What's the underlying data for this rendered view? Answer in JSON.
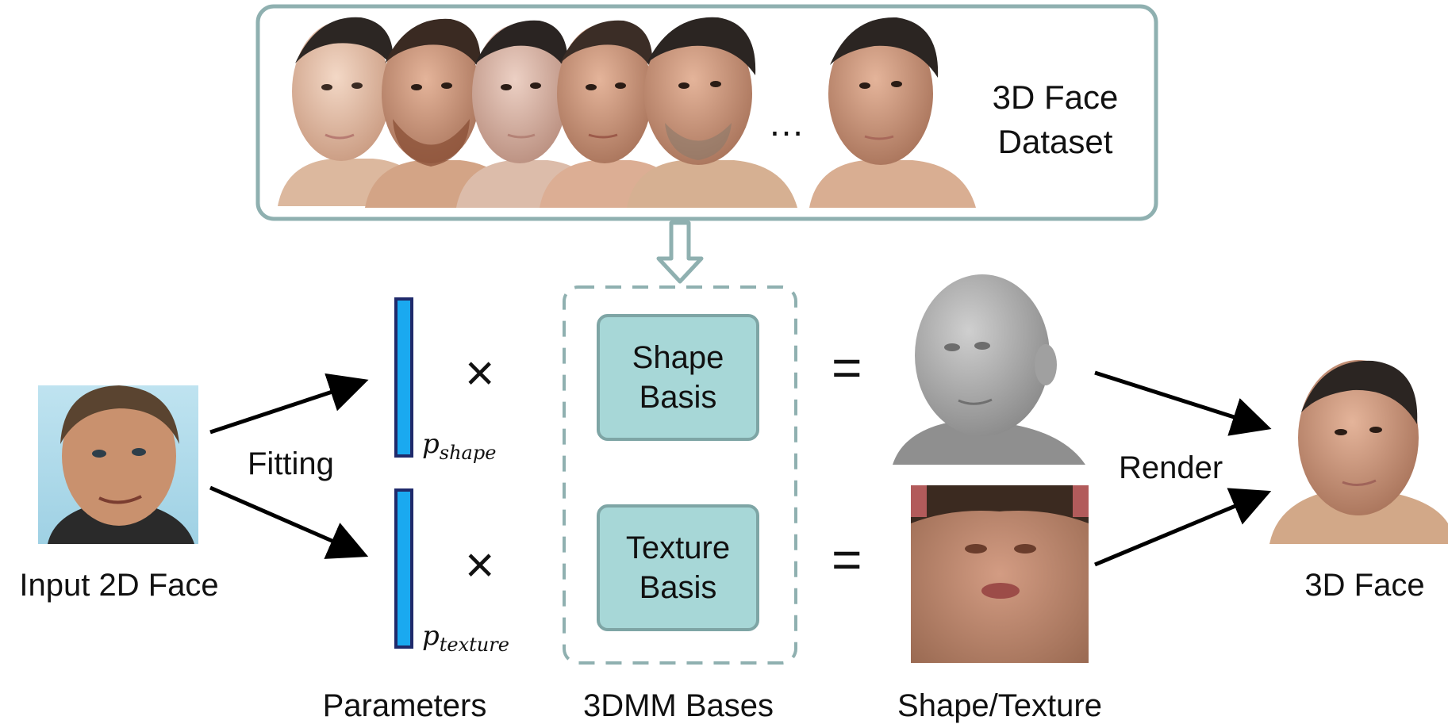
{
  "dataset": {
    "title_line1": "3D Face",
    "title_line2": "Dataset",
    "ellipsis": "…"
  },
  "labels": {
    "fitting": "Fitting",
    "render": "Render",
    "input": "Input 2D Face",
    "output": "3D Face",
    "parameters": "Parameters",
    "bases": "3DMM Bases",
    "shape_texture": "Shape/Texture"
  },
  "params": {
    "shape_sub": "shape",
    "texture_sub": "texture",
    "p": "p"
  },
  "bases": {
    "shape_line1": "Shape",
    "shape_line2": "Basis",
    "texture_line1": "Texture",
    "texture_line2": "Basis"
  },
  "ops": {
    "times": "×",
    "equals": "="
  },
  "colors": {
    "accent_frame": "#8fb0b0",
    "basis_fill": "#a7d7d7",
    "param_bar": "#1aa9f0",
    "param_border": "#1f2a6b"
  }
}
